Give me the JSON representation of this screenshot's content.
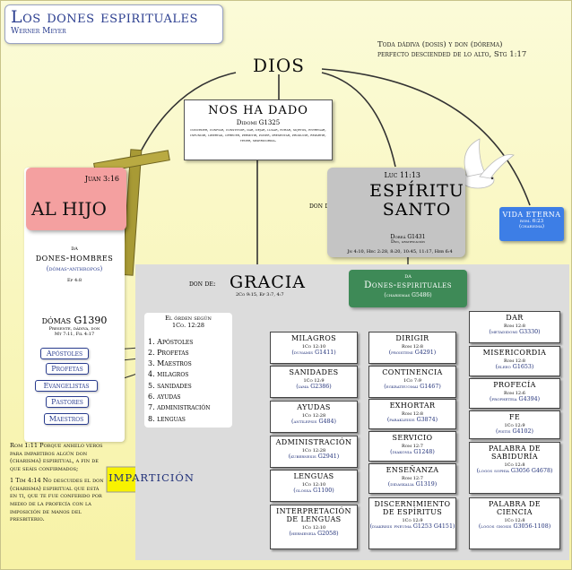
{
  "header": {
    "title": "Los dones espirituales",
    "author": "Werner Meyer"
  },
  "quote": {
    "line1": "Toda dádiva (dosis) y don (dórema)",
    "line2": "perfecto desciended de lo alto, Stg 1:17"
  },
  "dios": "DIOS",
  "nos_ha_dado": {
    "heading": "NOS HA DADO",
    "strongs": "Didomi G1325",
    "definition": "conceder, confiar, constituir, dar, dejar, lugar, echar, sujetos, entregar, infundir, libertad, ofrecer, permitir, poner, presentar, producir, repartir, tener, misericordia."
  },
  "hijo": {
    "ref": "Juan 3:16",
    "label": "AL HIJO"
  },
  "dones_hombres": {
    "da": "da",
    "heading": "dones-hombres",
    "greek": "(dómas-anthropos)",
    "ref": "Ef 4:8"
  },
  "domas": {
    "heading": "dómas G1390",
    "def1": "Presente, dádiva, don",
    "def2": "Mt 7:11, Fil 4:17"
  },
  "ministries": [
    "Apóstoles",
    "Profetas",
    "Evangelistas",
    "Pastores",
    "Maestros"
  ],
  "espiritu": {
    "ref": "Luc 11:13",
    "don_del": "don del:",
    "label_line1": "ESPÍRITU",
    "label_line2": "SANTO",
    "strongs": "Doreá G1431",
    "def": "Don, gratificación",
    "refs": "Jn 4:10, Hec 2:28, 8:20, 10:45, 11:17, Heb 6:4"
  },
  "vida_eterna": {
    "heading": "VIDA ETERNA",
    "ref": "rom. 6:23",
    "greek": "(charisma)"
  },
  "gracia": {
    "don_de": "don de:",
    "label": "GRACIA",
    "refs": "2Co 9:15, Ef 3:7, 4:7"
  },
  "dones_box": {
    "da": "da",
    "heading": "Dones-espirituales",
    "greek": "(charismas G5486)"
  },
  "orden": {
    "heading_line1": "El órden según",
    "heading_line2": "1Co. 12:28",
    "items": [
      "1. Apóstoles",
      "2. Profetas",
      "3. Maestros",
      "4. milagros",
      "5. sanidades",
      "6. ayudas",
      "7. administración",
      "8. lenguas"
    ]
  },
  "gifts_col1": [
    {
      "name": "MILAGROS",
      "ref": "1Co 12:10",
      "greek": "(dunamis G1411)"
    },
    {
      "name": "SANIDADES",
      "ref": "1Co 12:9",
      "greek": "(iama G2386)"
    },
    {
      "name": "AYUDAS",
      "ref": "1Co 12:28",
      "greek": "(antilepsis G484)"
    },
    {
      "name": "ADMINISTRACIÓN",
      "ref": "1Co 12:28",
      "greek": "(kubernesis G2941)"
    },
    {
      "name": "LENGUAS",
      "ref": "1Co 12:10",
      "greek": "(glossa G1100)"
    },
    {
      "name": "INTERPRETACIÓN DE LENGUAS",
      "ref": "1Co 12:10",
      "greek": "(hermeneia G2058)"
    }
  ],
  "gifts_col2": [
    {
      "name": "DIRIGIR",
      "ref": "Rom 12:8",
      "greek": "(proistemi G4291)"
    },
    {
      "name": "CONTINENCIA",
      "ref": "1Co 7:9",
      "greek": "(egkrateuomai G1467)"
    },
    {
      "name": "EXHORTAR",
      "ref": "Rom 12:8",
      "greek": "(parakleisis G3874)"
    },
    {
      "name": "SERVICIO",
      "ref": "Rom 12:7",
      "greek": "(diakonia G1248)"
    },
    {
      "name": "ENSEÑANZA",
      "ref": "Rom 12:7",
      "greek": "(didaskalia G1319)"
    },
    {
      "name": "DISCERNIMIENTO DE ESPÍRITUS",
      "ref": "1Co 12:9",
      "greek": "(diakrisis pneuma G1253 G4151)"
    }
  ],
  "gifts_col3": [
    {
      "name": "DAR",
      "ref": "Rom 12:8",
      "greek": "(metadidomi G3330)"
    },
    {
      "name": "MISERICORDIA",
      "ref": "Rom 12:8",
      "greek": "(eleeo G1653)"
    },
    {
      "name": "PROFECÍA",
      "ref": "Rom 12:6",
      "greek": "(propheteia G4394)"
    },
    {
      "name": "FE",
      "ref": "1Co 12:9",
      "greek": "(pistis G4102)"
    },
    {
      "name": "PALABRA DE SABIDURÍA",
      "ref": "1Co 12:8",
      "greek": "(logos sophia G3056 G4678)"
    },
    {
      "name": "PALABRA DE CIENCIA",
      "ref": "1Co 12:8",
      "greek": "(logos gnosis G3056-1108)"
    }
  ],
  "notes": {
    "rom": "Rom 1:11 Porque anhelo veros para impartiros algún don (charisma) espiritual, a fin de que seáis confirmados;",
    "tim": "1 Tim 4:14 No descuides el don (charisma) espiritual que está en ti, que te fue conferido por medio de la profecía con la imposición de manos del presbiterio."
  },
  "imparticion": "IMPARTICIÓN",
  "colors": {
    "background": "#f7f2a6",
    "hijo": "#f4a0a0",
    "espiritu": "#c4c4c4",
    "vida_eterna": "#3d7ee6",
    "dones_espirituales": "#3e8a57",
    "accent_blue": "#2a3d8f",
    "arrow": "#f8f200"
  }
}
